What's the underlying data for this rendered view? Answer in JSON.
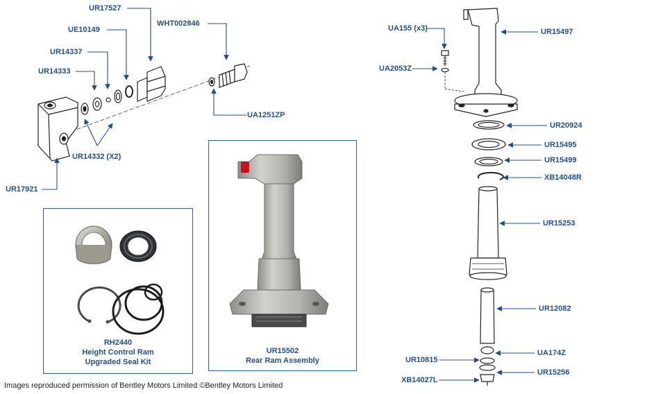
{
  "labels": {
    "ur17527": "UR17527",
    "ue10149": "UE10149",
    "wht002846": "WHT002846",
    "ur14337": "UR14337",
    "ur14333": "UR14333",
    "ua1251zp": "UA1251ZP",
    "ur14332": "UR14332 (X2)",
    "ur17921": "UR17921",
    "ua155": "UA155 (x3)",
    "ur15497": "UR15497",
    "ua2053z": "UA2053Z",
    "ur20924": "UR20924",
    "ur15495": "UR15495",
    "ur15499": "UR15499",
    "xb14048r": "XB14048R",
    "ur15253": "UR15253",
    "ur12082": "UR12082",
    "ua174z": "UA174Z",
    "ur10815": "UR10815",
    "ur15256": "UR15256",
    "xb14027l": "XB14027L"
  },
  "kit_box": {
    "code": "RH2440",
    "line1": "Height Control Ram",
    "line2": "Upgraded Seal Kit"
  },
  "ram_box": {
    "code": "UR15502",
    "line1": "Rear Ram Assembly"
  },
  "footer": "Images reproduced permission of Bentley Motors Limited ©Bentley Motors Limited",
  "colors": {
    "label_blue": "#1f4e8c",
    "box_border": "#2f5fa0",
    "red_cap": "#c0161b",
    "metal": "#b9b9b4"
  }
}
